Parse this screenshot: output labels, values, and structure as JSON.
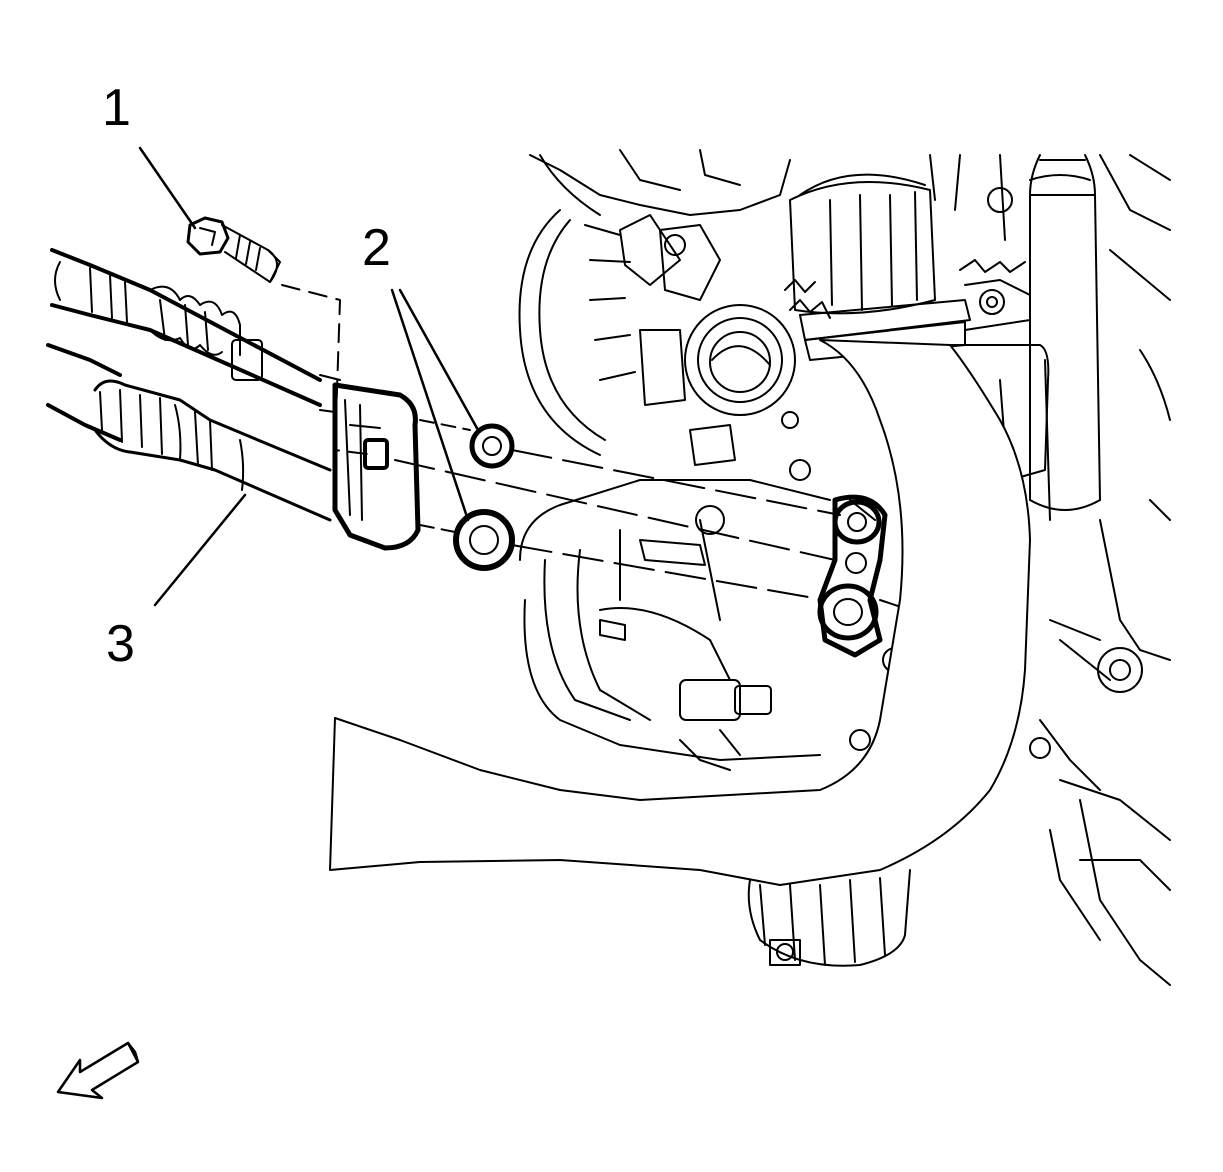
{
  "figure": {
    "callouts": [
      {
        "id": "1",
        "label": "1",
        "part": "bolt"
      },
      {
        "id": "2",
        "label": "2",
        "part": "seals"
      },
      {
        "id": "3",
        "label": "3",
        "part": "hose-assembly"
      }
    ],
    "icons": {
      "direction": "front-direction-arrow-icon"
    },
    "colors": {
      "ink": "#000000",
      "paper": "#ffffff"
    }
  }
}
